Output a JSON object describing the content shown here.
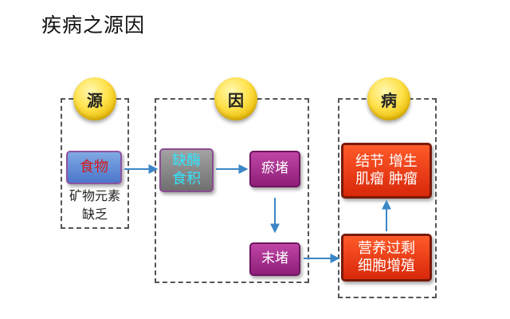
{
  "title": "疾病之源因",
  "badges": {
    "source": "源",
    "cause": "因",
    "disease": "病"
  },
  "nodes": {
    "food": "食物",
    "mineral_line1": "矿物元素",
    "mineral_line2": "缺乏",
    "enzyme_line1": "缺酶",
    "enzyme_line2": "食积",
    "stasis": "瘀堵",
    "end_block": "末堵",
    "growth_line1": "结节 增生",
    "growth_line2": "肌瘤 肿瘤",
    "surplus_line1": "营养过剩",
    "surplus_line2": "细胞增殖"
  },
  "colors": {
    "arrow": "#3b86c6",
    "badge": "#ffe14a",
    "food_box": "#5a82d0",
    "enzyme_box": "#8a8a8a",
    "purple_box": "#a8318f",
    "red_box": "#e8380f"
  }
}
